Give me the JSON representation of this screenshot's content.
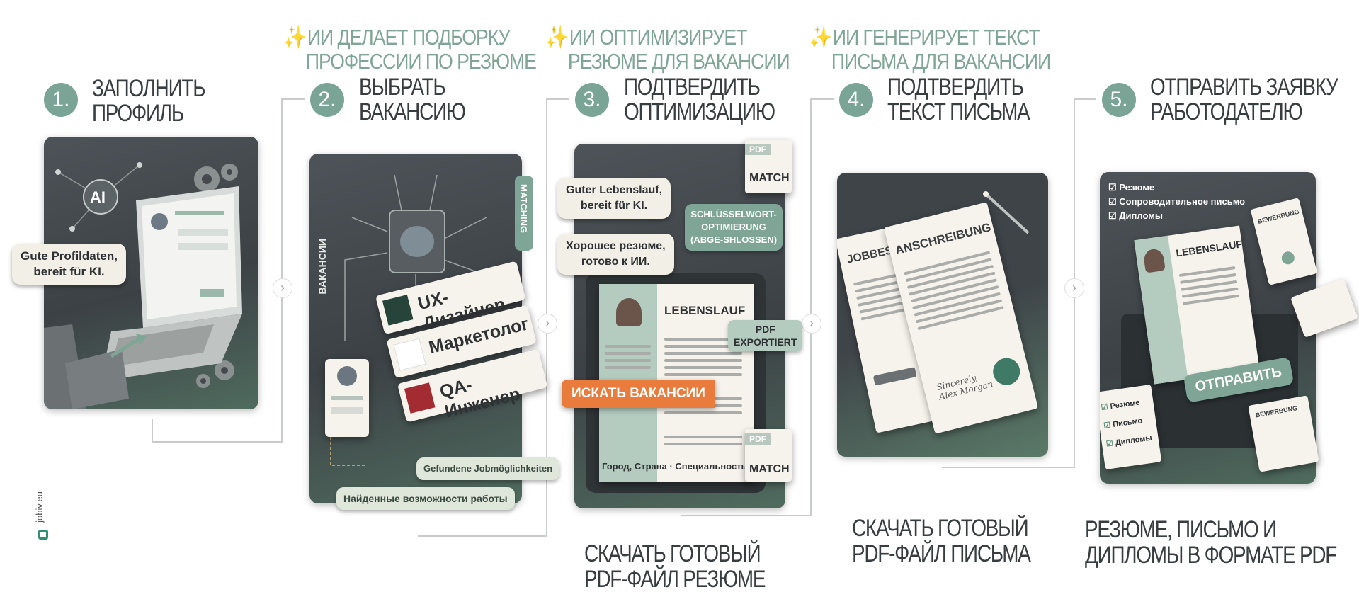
{
  "colors": {
    "accent": "#7aa596",
    "ai_text": "#7fa596",
    "title": "#383d40",
    "panel": "#3f4448",
    "orange": "#e97b3c"
  },
  "ai_labels": [
    {
      "line1": "ИИ ДЕЛАЕТ ПОДБОРКУ",
      "line2": "ПРОФЕССИИ ПО РЕЗЮМЕ"
    },
    {
      "line1": "ИИ ОПТИМИЗИРУЕТ",
      "line2": "РЕЗЮМЕ ДЛЯ ВАКАНСИИ"
    },
    {
      "line1": "ИИ ГЕНЕРИРУЕТ ТЕКСТ",
      "line2": "ПИСЬМА ДЛЯ ВАКАНСИИ"
    }
  ],
  "steps": [
    {
      "num": "1.",
      "line1": "ЗАПОЛНИТЬ",
      "line2": "ПРОФИЛЬ"
    },
    {
      "num": "2.",
      "line1": "ВЫБРАТЬ",
      "line2": "ВАКАНСИЮ"
    },
    {
      "num": "3.",
      "line1": "ПОДТВЕРДИТЬ",
      "line2": "ОПТИМИЗАЦИЮ"
    },
    {
      "num": "4.",
      "line1": "ПОДТВЕРДИТЬ",
      "line2": "ТЕКСТ ПИСЬМА"
    },
    {
      "num": "5.",
      "line1": "ОТПРАВИТЬ ЗАЯВКУ",
      "line2": "РАБОТОДАТЕЛЮ"
    }
  ],
  "panel1": {
    "ai": "AI",
    "bubble": "Gute Profildaten,\nbereit für KI."
  },
  "panel2": {
    "side": "ВАКАНСИИ",
    "matching": "MATCHING",
    "jobs": [
      "UX-Дизайнер",
      "Маркетолог",
      "QA-Инженер"
    ],
    "found_de": "Gefundene Jobmöglichkeiten",
    "found_ru": "Найденные возможности работы"
  },
  "panel3": {
    "bubble_de": "Guter Lebenslauf,\nbereit für KI.",
    "bubble_ru": "Хорошее резюме,\nготово к ИИ.",
    "keyword": "SCHLÜSSELWORT-\nOPTIMIERUNG\n(ABGE-SHLOSSEN)",
    "pdf": "PDF",
    "match": "MATCH",
    "resume_title": "LEBENSLAUF",
    "exported": "PDF\nEXPORTIERT",
    "search_btn": "ИСКАТЬ ВАКАНСИИ",
    "footer": "Город, Страна · Специальность"
  },
  "panel4": {
    "doc1": "JOBBESCHREIBUNG",
    "doc2": "ANSCHREIBUNG",
    "signature": "Sincerely,\nAlex Morgan"
  },
  "panel5": {
    "checklist": [
      "Резюме",
      "Сопроводительное письмо",
      "Дипломы"
    ],
    "resume_title": "LEBENSLAUF",
    "send": "ОТПРАВИТЬ",
    "checklist2": [
      "Резюме",
      "Письмо",
      "Дипломы"
    ],
    "diploma": "BEWERBUNG"
  },
  "captions": {
    "c3a": "СКАЧАТЬ ГОТОВЫЙ",
    "c3b": "PDF-ФАЙЛ РЕЗЮМЕ",
    "c4a": "СКАЧАТЬ ГОТОВЫЙ",
    "c4b": "PDF-ФАЙЛ ПИСЬМА",
    "c5a": "РЕЗЮМЕ, ПИСЬМО И",
    "c5b": "ДИПЛОМЫ В ФОРМАТЕ PDF"
  },
  "brand": "jobiv.eu"
}
